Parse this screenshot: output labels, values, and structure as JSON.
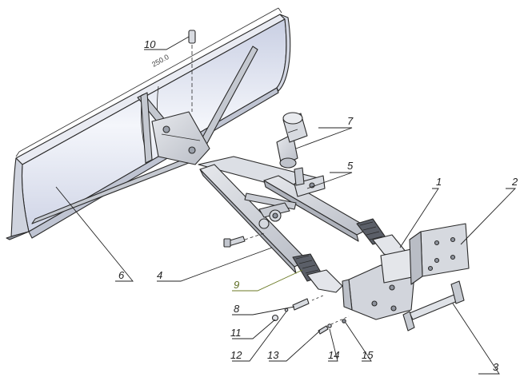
{
  "dimension_text": "250.0",
  "colors": {
    "blade": "#dfe3ef",
    "frame": "#cfd3da",
    "plate": "#cdd1d8",
    "outline": "#2a2a2a",
    "label_9": "#5a6a1e"
  },
  "callouts": [
    {
      "id": "1",
      "label": "1"
    },
    {
      "id": "2",
      "label": "2"
    },
    {
      "id": "3",
      "label": "3"
    },
    {
      "id": "4",
      "label": "4"
    },
    {
      "id": "5",
      "label": "5"
    },
    {
      "id": "6",
      "label": "6"
    },
    {
      "id": "7",
      "label": "7"
    },
    {
      "id": "8",
      "label": "8"
    },
    {
      "id": "9",
      "label": "9"
    },
    {
      "id": "10",
      "label": "10"
    },
    {
      "id": "11",
      "label": "11"
    },
    {
      "id": "12",
      "label": "12"
    },
    {
      "id": "13",
      "label": "13"
    },
    {
      "id": "14",
      "label": "14"
    },
    {
      "id": "15",
      "label": "15"
    }
  ]
}
